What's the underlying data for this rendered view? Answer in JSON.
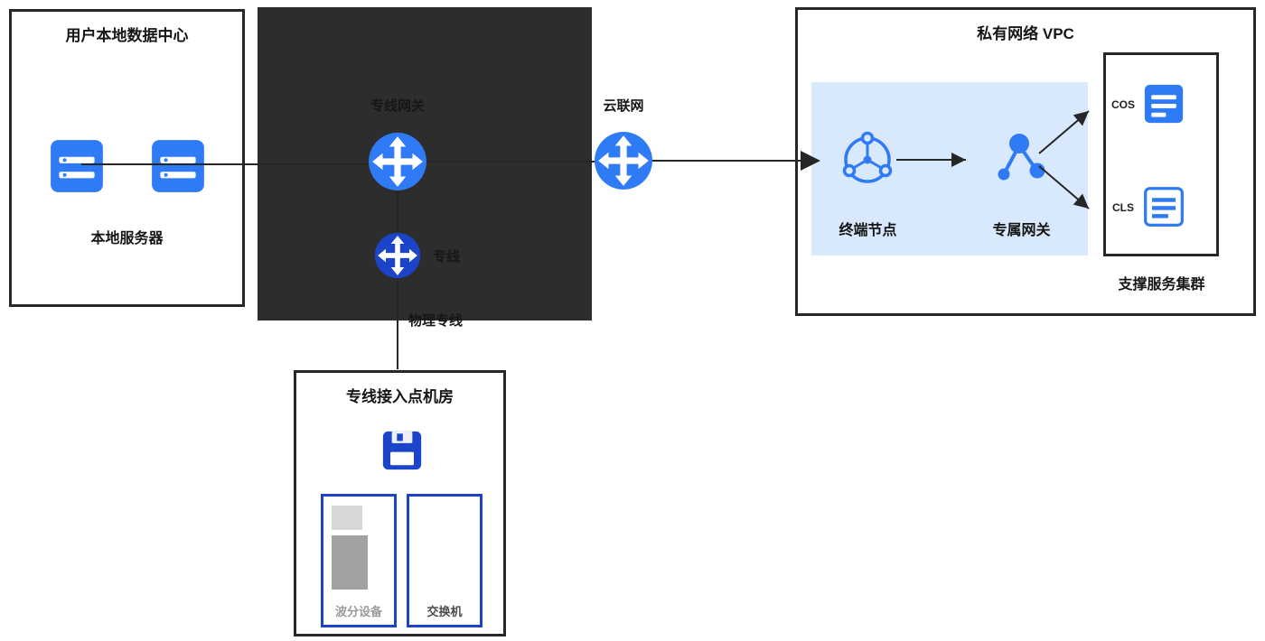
{
  "colors": {
    "primary_blue": "#2F7BF5",
    "dark_blue": "#1B44C8",
    "panel_blue": "#D9E9FD",
    "dark_region": "#2D2D2D",
    "box_border": "#282828",
    "text": "#161616"
  },
  "idc_box": {
    "title": "用户本地数据中心",
    "servers_label": "本地服务器"
  },
  "gateways": {
    "direct_connect_gateway": {
      "label": "专线网关"
    },
    "cloud_connect_network": {
      "label": "云联网"
    },
    "tunnel_gateway": {
      "label": "专线"
    }
  },
  "connections": {
    "physical_line_label": "物理专线"
  },
  "vpc_box": {
    "title": "私有网络 VPC",
    "endpoint_label": "终端节点",
    "dedicated_gateway_label": "专属网关",
    "services": {
      "caption": "支撑服务集群",
      "items": [
        {
          "label": "COS"
        },
        {
          "label": "CLS"
        }
      ]
    }
  },
  "access_point_box": {
    "title": "专线接入点机房",
    "racks": [
      {
        "label": "波分设备"
      },
      {
        "label": "交换机"
      }
    ]
  },
  "icons": {
    "server": "server-icon",
    "router": "router-icon",
    "endpoint": "hub-icon",
    "dedicated_gateway": "share-nodes-icon",
    "cos": "storage-icon",
    "cls": "log-icon",
    "access_device": "switch-icon"
  }
}
